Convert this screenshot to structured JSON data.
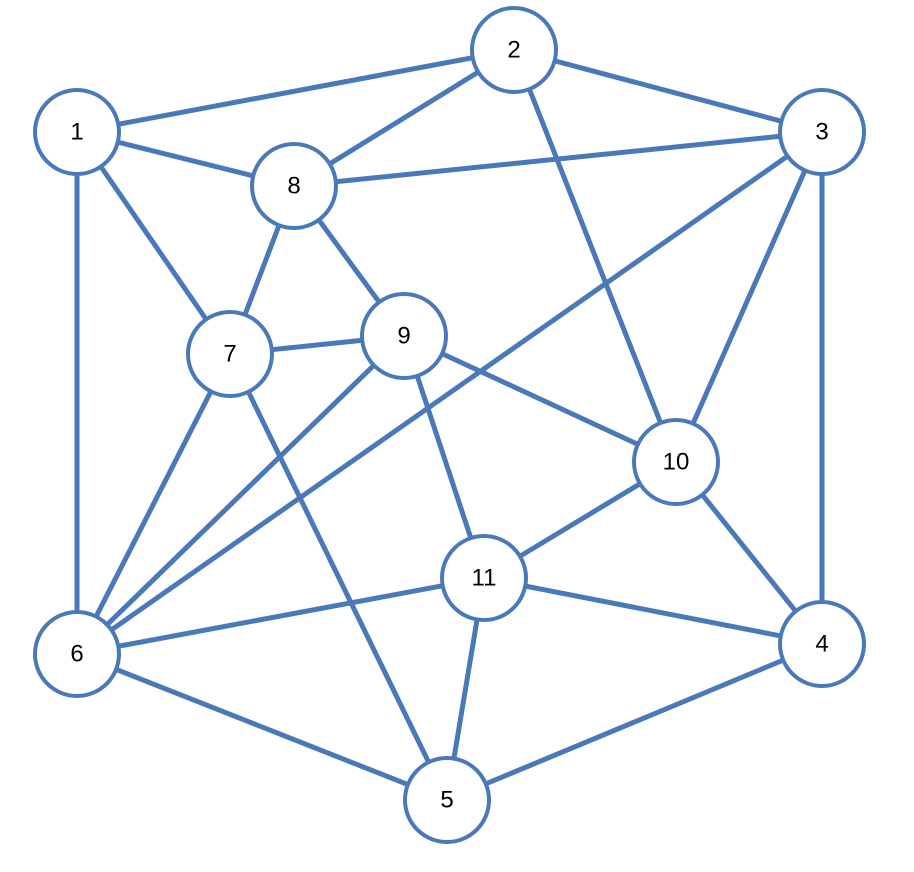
{
  "colors": {
    "edge": "#4a79b9",
    "node_fill": "#ffffff",
    "node_stroke": "#4a79b9",
    "label": "#000000"
  },
  "nodes": [
    {
      "id": "1",
      "label": "1"
    },
    {
      "id": "2",
      "label": "2"
    },
    {
      "id": "3",
      "label": "3"
    },
    {
      "id": "4",
      "label": "4"
    },
    {
      "id": "5",
      "label": "5"
    },
    {
      "id": "6",
      "label": "6"
    },
    {
      "id": "7",
      "label": "7"
    },
    {
      "id": "8",
      "label": "8"
    },
    {
      "id": "9",
      "label": "9"
    },
    {
      "id": "10",
      "label": "10"
    },
    {
      "id": "11",
      "label": "11"
    }
  ],
  "edges": [
    [
      "1",
      "2"
    ],
    [
      "1",
      "8"
    ],
    [
      "1",
      "7"
    ],
    [
      "1",
      "6"
    ],
    [
      "2",
      "3"
    ],
    [
      "2",
      "8"
    ],
    [
      "2",
      "10"
    ],
    [
      "3",
      "8"
    ],
    [
      "3",
      "6"
    ],
    [
      "3",
      "10"
    ],
    [
      "3",
      "4"
    ],
    [
      "4",
      "10"
    ],
    [
      "4",
      "11"
    ],
    [
      "4",
      "5"
    ],
    [
      "5",
      "6"
    ],
    [
      "5",
      "7"
    ],
    [
      "5",
      "11"
    ],
    [
      "6",
      "7"
    ],
    [
      "6",
      "9"
    ],
    [
      "6",
      "11"
    ],
    [
      "7",
      "8"
    ],
    [
      "7",
      "9"
    ],
    [
      "8",
      "9"
    ],
    [
      "9",
      "10"
    ],
    [
      "9",
      "11"
    ],
    [
      "10",
      "11"
    ]
  ]
}
